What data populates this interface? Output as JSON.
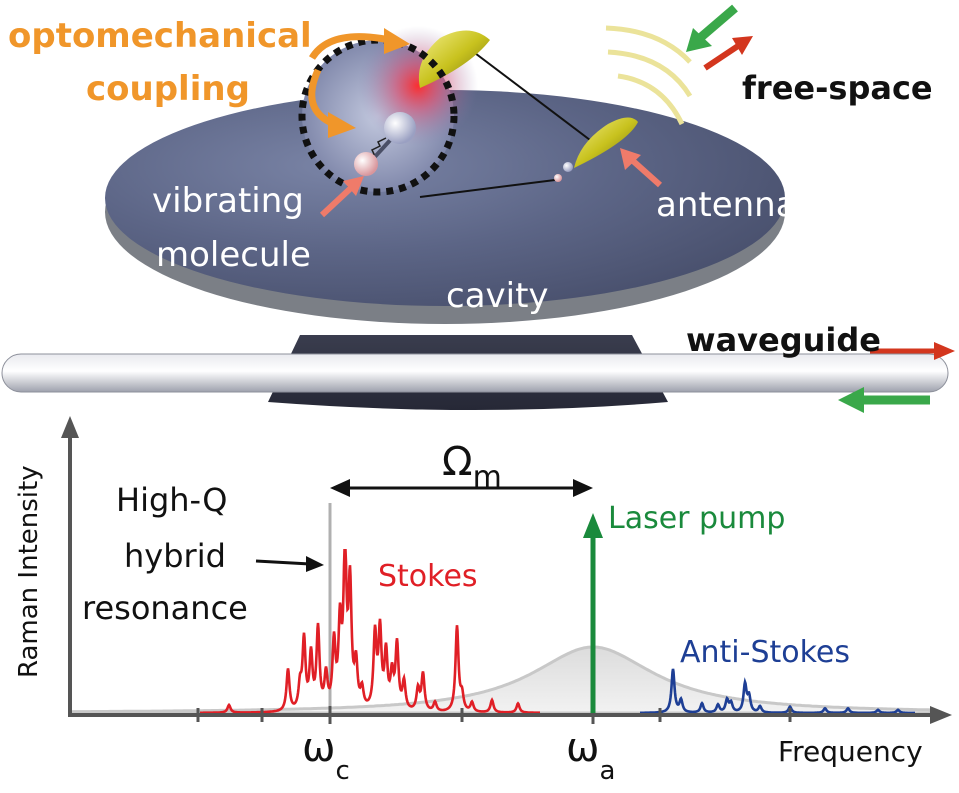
{
  "labels": {
    "optomechanical_line1": "optomechanical",
    "optomechanical_line2": "coupling",
    "free_space": "free-space",
    "antenna": "antenna",
    "vibrating": "vibrating",
    "molecule": "molecule",
    "cavity": "cavity",
    "waveguide": "waveguide",
    "raman_intensity": "Raman Intensity",
    "frequency": "Frequency",
    "omega_m": "Ωm",
    "high_q_line1": "High-Q",
    "high_q_line2": "hybrid",
    "high_q_line3": "resonance",
    "stokes": "Stokes",
    "laser_pump": "Laser pump",
    "anti_stokes": "Anti-Stokes",
    "omega_c": "ωc",
    "omega_a": "ωa"
  },
  "colors": {
    "cavity_top": "#5a6383",
    "cavity_edge": "#7b7f86",
    "stokes": "#e01f26",
    "anti_stokes": "#1e3f95",
    "laser_pump": "#1a8a3c",
    "annotation_orange": "#f0962a",
    "antenna_yellow": "#c8c21e",
    "arrow_red": "#d3361e",
    "arrow_green": "#3aa84a",
    "salmon_arrow": "#ef7b6a"
  },
  "chart_data": {
    "type": "spectrum",
    "xlabel": "Frequency",
    "ylabel": "Raman Intensity",
    "ticks": [
      "ωc",
      "ωa"
    ],
    "series": [
      {
        "name": "Stokes",
        "peaks": [
          [
            229,
            0.05
          ],
          [
            288,
            0.27
          ],
          [
            300,
            0.15
          ],
          [
            304,
            0.45
          ],
          [
            311,
            0.35
          ],
          [
            318,
            0.52
          ],
          [
            326,
            0.22
          ],
          [
            334,
            0.42
          ],
          [
            340,
            0.52
          ],
          [
            345,
            1.0
          ],
          [
            350,
            0.78
          ],
          [
            356,
            0.28
          ],
          [
            362,
            0.12
          ],
          [
            375,
            0.48
          ],
          [
            380,
            0.5
          ],
          [
            386,
            0.36
          ],
          [
            392,
            0.22
          ],
          [
            397,
            0.42
          ],
          [
            404,
            0.18
          ],
          [
            418,
            0.14
          ],
          [
            423,
            0.24
          ],
          [
            435,
            0.06
          ],
          [
            457,
            0.55
          ],
          [
            462,
            0.1
          ],
          [
            472,
            0.06
          ],
          [
            492,
            0.08
          ],
          [
            518,
            0.06
          ]
        ]
      },
      {
        "name": "Anti-Stokes",
        "peaks": [
          [
            673,
            0.28
          ],
          [
            681,
            0.08
          ],
          [
            702,
            0.06
          ],
          [
            718,
            0.05
          ],
          [
            727,
            0.08
          ],
          [
            731,
            0.06
          ],
          [
            745,
            0.18
          ],
          [
            749,
            0.1
          ],
          [
            760,
            0.04
          ],
          [
            790,
            0.04
          ],
          [
            825,
            0.03
          ],
          [
            848,
            0.03
          ],
          [
            878,
            0.02
          ],
          [
            898,
            0.02
          ]
        ]
      }
    ],
    "laser_pump_x": 593,
    "high_q_x": 330
  }
}
